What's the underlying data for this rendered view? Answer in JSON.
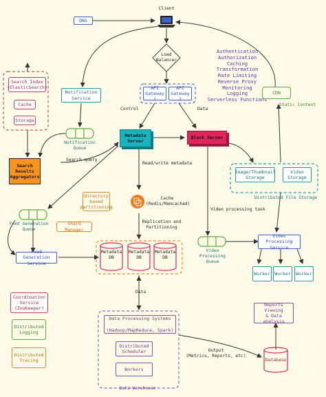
{
  "client": "Client",
  "dns": "DNS",
  "load_balancer": "Load\nBalancer",
  "api_gateway_1": "API\nGateway 1",
  "api_gateway_2": "API\nGateway 2",
  "gateway_features": [
    "Authentication",
    "Authorization",
    "Caching",
    "Transformation",
    "Rate Limiting",
    "Reverse Proxy",
    "Monitoring",
    "Logging",
    "Serverless Functions"
  ],
  "cdn": "CDN",
  "static_content": "Static Content",
  "notification_service": "Notification\nService",
  "notification_queue": "Notification\nQueue",
  "search_index": "Search Index\n(ElasticSearch)",
  "cache": "Cache",
  "storage": "Storage",
  "search_aggregators": "Search\nResults\nAggregators",
  "search_query": "Search query",
  "control": "Control",
  "data_label": "Data",
  "metadata_server": "Metadata\nServer",
  "block_server": "Block Server",
  "read_write_metadata": "Read/write metadata",
  "image_storage": "Image/Thumbnail\nStorage",
  "video_storage": "Video\nStorage",
  "distributed_file_storage": "Distributed File Storage",
  "directory_partitioning": "Directory\nbased\npartitioning",
  "cache_redis": "Cache\n(Redis/Memcached)",
  "feed_generation_queue": "Feed Generation\nQueue",
  "shard_manager": "Shard Manager",
  "replication": "Replication and\nPartitioning",
  "video_processing_task": "Video processing task",
  "feed_generation_service": "Feed Generation\nService",
  "metadata_db": "Metadata\nDB",
  "video_processing_queue": "Video Processing\nQueue",
  "video_processing_service": "Video Processing\nService",
  "worker": "Worker",
  "coordination_service": "Coordination\nService\n(Zookeeper)",
  "distributed_logging": "Distributed\nLogging",
  "distributed_tracing": "Distributed\nTracing",
  "data_processing": "Data Processing Systems\n\n(Hadoop/MapReduce, Spark)",
  "distributed_scheduler": "Distributed\nScheduler",
  "workers": "Workers",
  "data_warehouse": "Data Warehouse",
  "output": "Output\n(Metrics, Reports, etc)",
  "reports": "Reports Viewing\n& Data analysis",
  "database": "Database",
  "colors": {
    "teal": "#1e9aa5",
    "blue": "#3a62c9",
    "red": "#c2405a",
    "orange": "#e08a28",
    "green": "#5aa83d",
    "purple": "#8c4fb0",
    "magenta": "#e0245e",
    "background": "#fdfbe8"
  }
}
